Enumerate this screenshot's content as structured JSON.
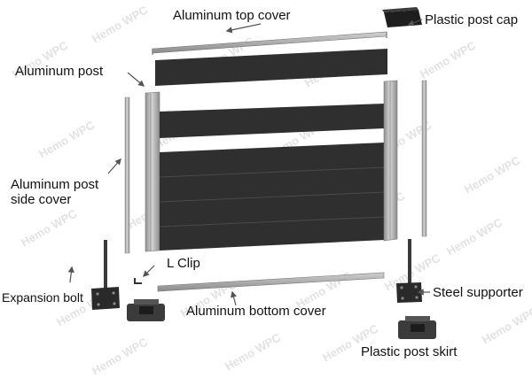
{
  "labels": {
    "top_cover": "Aluminum top cover",
    "post_cap": "Plastic post cap",
    "post": "Aluminum post",
    "side_cover_line1": "Aluminum post",
    "side_cover_line2": "side cover",
    "l_clip": "L Clip",
    "expansion_bolt": "Expansion bolt",
    "bottom_cover": "Aluminum bottom cover",
    "steel_supporter": "Steel supporter",
    "post_skirt": "Plastic post skirt"
  },
  "watermark": "Hemo WPC",
  "colors": {
    "board": "#2f2f2f",
    "aluminum": "#a9a9a9",
    "dark_part": "#3a3a3a",
    "arrow": "#555555",
    "text": "#111111"
  }
}
